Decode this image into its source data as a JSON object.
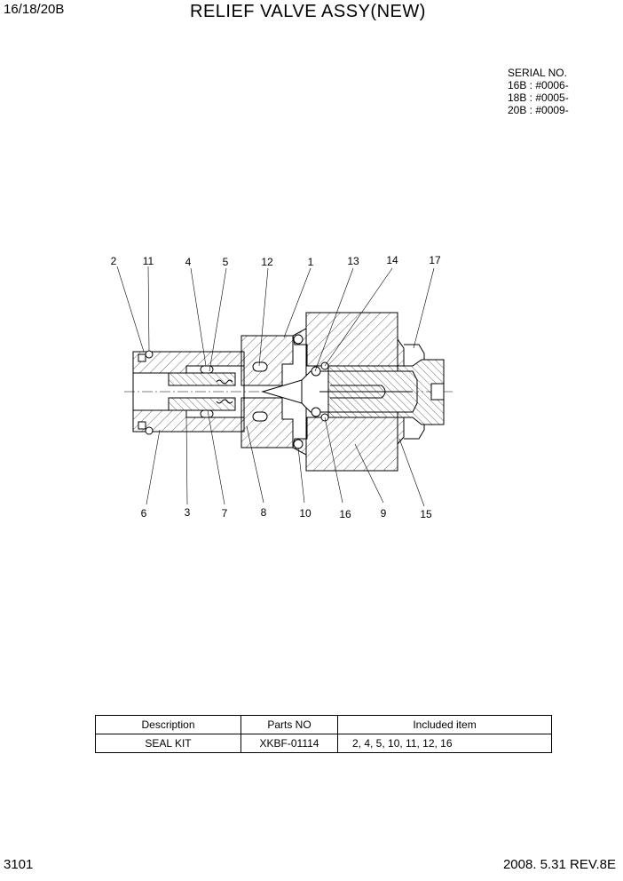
{
  "header": {
    "model": "16/18/20B",
    "title": "RELIEF VALVE ASSY(NEW)"
  },
  "serial": {
    "label": "SERIAL NO.",
    "lines": [
      "16B : #0006-",
      "18B : #0005-",
      "20B : #0009-"
    ]
  },
  "callouts": {
    "top": [
      "2",
      "11",
      "4",
      "5",
      "12",
      "1",
      "13",
      "14",
      "17"
    ],
    "bottom": [
      "6",
      "3",
      "7",
      "8",
      "10",
      "16",
      "9",
      "15"
    ]
  },
  "table": {
    "headers": [
      "Description",
      "Parts NO",
      "Included item"
    ],
    "rows": [
      [
        "SEAL KIT",
        "XKBF-01114",
        "2, 4, 5, 10, 11, 12, 16"
      ]
    ]
  },
  "footer": {
    "page_number": "3101",
    "date_rev": "2008. 5.31  REV.8E"
  }
}
